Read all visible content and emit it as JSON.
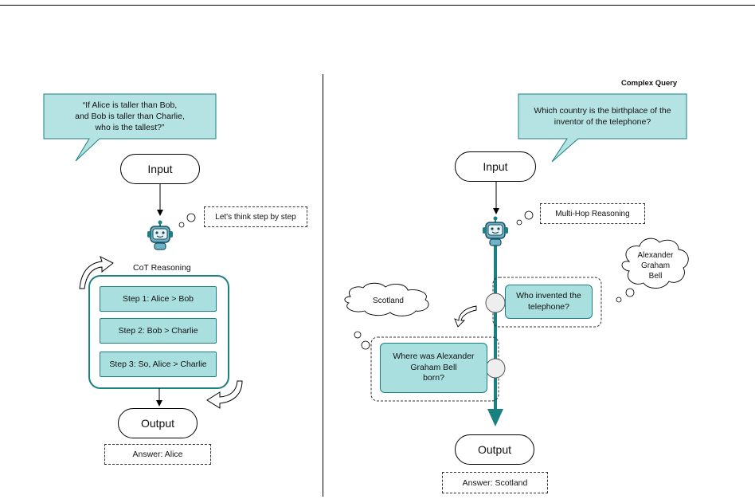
{
  "left": {
    "question": "“If Alice is taller than Bob,\nand Bob is taller than Charlie,\nwho is the tallest?”",
    "input_label": "Input",
    "thought": "Let's think step by step",
    "reasoning_title": "CoT Reasoning",
    "steps": [
      "Step 1: Alice > Bob",
      "Step 2: Bob > Charlie",
      "Step 3: So, Alice > Charlie"
    ],
    "output_label": "Output",
    "answer": "Answer: Alice"
  },
  "right": {
    "header": "Complex Query",
    "question": "Which country is the birthplace of the\ninventor of the telephone?",
    "input_label": "Input",
    "thought": "Multi-Hop Reasoning",
    "hop1_question": "Who invented the\ntelephone?",
    "hop1_answer": "Alexander\nGraham\nBell",
    "hop2_question": "Where was Alexander\nGraham Bell\nborn?",
    "hop2_answer": "Scotland",
    "output_label": "Output",
    "answer": "Answer: Scotland"
  },
  "colors": {
    "teal": "#1a8080",
    "teal_fill": "#a9dfdf",
    "bubble_fill": "#b5e2e2"
  }
}
